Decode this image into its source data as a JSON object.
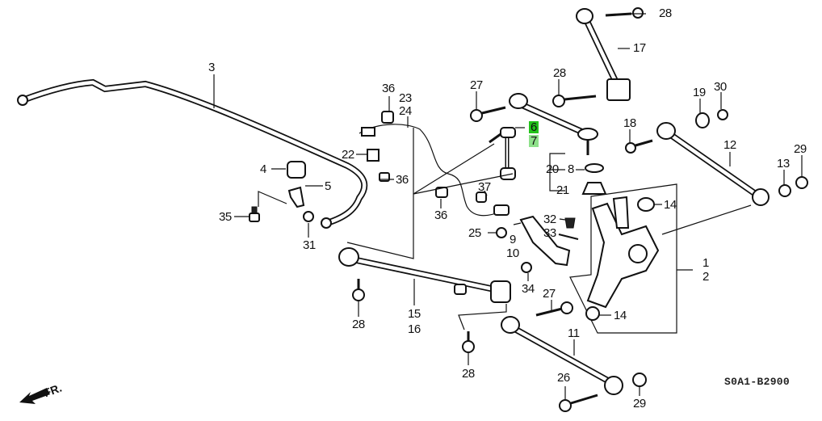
{
  "diagram": {
    "code": "S0A1-B2900",
    "direction_label": "FR.",
    "highlight_colors": {
      "primary": "#22c31a",
      "secondary": "#8ee08a"
    },
    "callouts": [
      {
        "id": "c-3",
        "label": "3",
        "highlight": "none"
      },
      {
        "id": "c-4",
        "label": "4",
        "highlight": "none"
      },
      {
        "id": "c-5",
        "label": "5",
        "highlight": "none"
      },
      {
        "id": "c-35",
        "label": "35",
        "highlight": "none"
      },
      {
        "id": "c-31",
        "label": "31",
        "highlight": "none"
      },
      {
        "id": "c-36a",
        "label": "36",
        "highlight": "none"
      },
      {
        "id": "c-23",
        "label": "23",
        "highlight": "none"
      },
      {
        "id": "c-24",
        "label": "24",
        "highlight": "none"
      },
      {
        "id": "c-22",
        "label": "22",
        "highlight": "none"
      },
      {
        "id": "c-36b",
        "label": "36",
        "highlight": "none"
      },
      {
        "id": "c-36c",
        "label": "36",
        "highlight": "none"
      },
      {
        "id": "c-37",
        "label": "37",
        "highlight": "none"
      },
      {
        "id": "c-27a",
        "label": "27",
        "highlight": "none"
      },
      {
        "id": "c-6",
        "label": "6",
        "highlight": "primary"
      },
      {
        "id": "c-7",
        "label": "7",
        "highlight": "secondary"
      },
      {
        "id": "c-28a",
        "label": "28",
        "highlight": "none"
      },
      {
        "id": "c-17",
        "label": "17",
        "highlight": "none"
      },
      {
        "id": "c-28b",
        "label": "28",
        "highlight": "none"
      },
      {
        "id": "c-18",
        "label": "18",
        "highlight": "none"
      },
      {
        "id": "c-20",
        "label": "20",
        "highlight": "none"
      },
      {
        "id": "c-8",
        "label": "8",
        "highlight": "none"
      },
      {
        "id": "c-21",
        "label": "21",
        "highlight": "none"
      },
      {
        "id": "c-19",
        "label": "19",
        "highlight": "none"
      },
      {
        "id": "c-30",
        "label": "30",
        "highlight": "none"
      },
      {
        "id": "c-12",
        "label": "12",
        "highlight": "none"
      },
      {
        "id": "c-13",
        "label": "13",
        "highlight": "none"
      },
      {
        "id": "c-29a",
        "label": "29",
        "highlight": "none"
      },
      {
        "id": "c-14a",
        "label": "14",
        "highlight": "none"
      },
      {
        "id": "c-32",
        "label": "32",
        "highlight": "none"
      },
      {
        "id": "c-33",
        "label": "33",
        "highlight": "none"
      },
      {
        "id": "c-25",
        "label": "25",
        "highlight": "none"
      },
      {
        "id": "c-9",
        "label": "9",
        "highlight": "none"
      },
      {
        "id": "c-10",
        "label": "10",
        "highlight": "none"
      },
      {
        "id": "c-34",
        "label": "34",
        "highlight": "none"
      },
      {
        "id": "c-1",
        "label": "1",
        "highlight": "none"
      },
      {
        "id": "c-2",
        "label": "2",
        "highlight": "none"
      },
      {
        "id": "c-27b",
        "label": "27",
        "highlight": "none"
      },
      {
        "id": "c-14b",
        "label": "14",
        "highlight": "none"
      },
      {
        "id": "c-15",
        "label": "15",
        "highlight": "none"
      },
      {
        "id": "c-16",
        "label": "16",
        "highlight": "none"
      },
      {
        "id": "c-28c",
        "label": "28",
        "highlight": "none"
      },
      {
        "id": "c-28d",
        "label": "28",
        "highlight": "none"
      },
      {
        "id": "c-11",
        "label": "11",
        "highlight": "none"
      },
      {
        "id": "c-26",
        "label": "26",
        "highlight": "none"
      },
      {
        "id": "c-29b",
        "label": "29",
        "highlight": "none"
      }
    ]
  }
}
